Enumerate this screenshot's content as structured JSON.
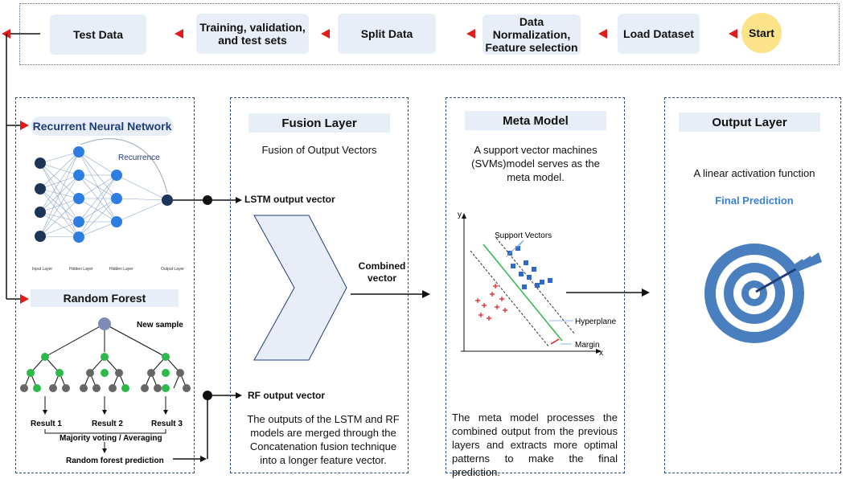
{
  "pipeline": {
    "steps": [
      "Test Data",
      "Training, validation, and test sets",
      "Split Data",
      "Data Normalization, Feature selection",
      "Load Dataset"
    ],
    "start_label": "Start"
  },
  "models": {
    "rnn_title": "Recurrent Neural Network",
    "recurrence_label": "Recurrence",
    "layer_labels": [
      "Input Layer",
      "Hidden Layer",
      "Hidden Layer",
      "Output Layer"
    ],
    "rf_title": "Random Forest",
    "new_sample": "New sample",
    "results": [
      "Result 1",
      "Result 2",
      "Result 3"
    ],
    "majority": "Majority voting / Averaging",
    "rf_prediction": "Random forest prediction"
  },
  "fusion": {
    "title": "Fusion Layer",
    "subtitle": "Fusion of Output Vectors",
    "lstm_vector": "LSTM output vector",
    "rf_vector": "RF output vector",
    "combined": "Combined vector",
    "description": "The outputs of the LSTM and RF models are merged through the Concatenation fusion technique into a longer feature vector."
  },
  "meta": {
    "title": "Meta Model",
    "subtitle": "A support vector machines (SVMs)model serves as the meta model.",
    "support_vectors": "Support Vectors",
    "hyperplane": "Hyperplane",
    "margin": "Margin",
    "axis_x": "x",
    "axis_y": "y",
    "description": "The meta model processes the combined output from the previous layers and extracts more optimal patterns to make the final prediction."
  },
  "output": {
    "title": "Output Layer",
    "subtitle": "A linear activation function",
    "prediction": "Final Prediction"
  },
  "colors": {
    "accent_red": "#e41b1b",
    "box_fill": "#e8eef8",
    "border_blue": "#2a4f8f",
    "node_dark": "#1c3559",
    "node_blue": "#2e7de0",
    "tree_green": "#2db84a",
    "target_blue": "#4a7fbf",
    "start_yellow": "#fce38a",
    "final_prediction_blue": "#3b82d6"
  }
}
